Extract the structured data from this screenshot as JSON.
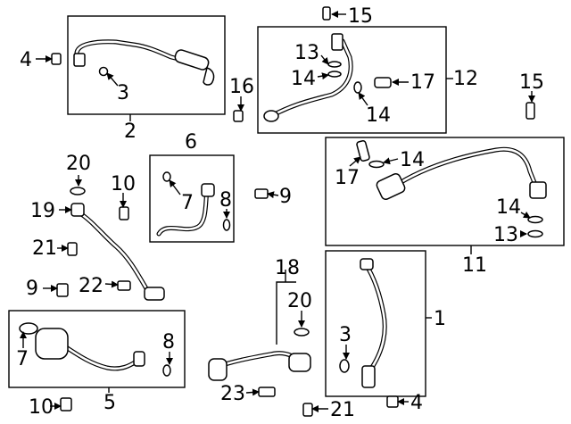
{
  "diagram": {
    "callouts": [
      {
        "id": "c4a",
        "label": "4"
      },
      {
        "id": "c3a",
        "label": "3"
      },
      {
        "id": "c2",
        "label": "2"
      },
      {
        "id": "c16",
        "label": "16"
      },
      {
        "id": "c15a",
        "label": "15"
      },
      {
        "id": "c13a",
        "label": "13"
      },
      {
        "id": "c14a",
        "label": "14"
      },
      {
        "id": "c14b",
        "label": "14"
      },
      {
        "id": "c17a",
        "label": "17"
      },
      {
        "id": "c12",
        "label": "12"
      },
      {
        "id": "c15b",
        "label": "15"
      },
      {
        "id": "c6",
        "label": "6"
      },
      {
        "id": "c20a",
        "label": "20"
      },
      {
        "id": "c10a",
        "label": "10"
      },
      {
        "id": "c19",
        "label": "19"
      },
      {
        "id": "c7a",
        "label": "7"
      },
      {
        "id": "c8a",
        "label": "8"
      },
      {
        "id": "c9a",
        "label": "9"
      },
      {
        "id": "c17b",
        "label": "17"
      },
      {
        "id": "c14c",
        "label": "14"
      },
      {
        "id": "c14d",
        "label": "14"
      },
      {
        "id": "c13b",
        "label": "13"
      },
      {
        "id": "c11",
        "label": "11"
      },
      {
        "id": "c21a",
        "label": "21"
      },
      {
        "id": "c9b",
        "label": "9"
      },
      {
        "id": "c22",
        "label": "22"
      },
      {
        "id": "c18",
        "label": "18"
      },
      {
        "id": "c20b",
        "label": "20"
      },
      {
        "id": "c1",
        "label": "1"
      },
      {
        "id": "c3b",
        "label": "3"
      },
      {
        "id": "c7b",
        "label": "7"
      },
      {
        "id": "c8b",
        "label": "8"
      },
      {
        "id": "c5",
        "label": "5"
      },
      {
        "id": "c10b",
        "label": "10"
      },
      {
        "id": "c23",
        "label": "23"
      },
      {
        "id": "c21b",
        "label": "21"
      },
      {
        "id": "c4b",
        "label": "4"
      }
    ]
  }
}
